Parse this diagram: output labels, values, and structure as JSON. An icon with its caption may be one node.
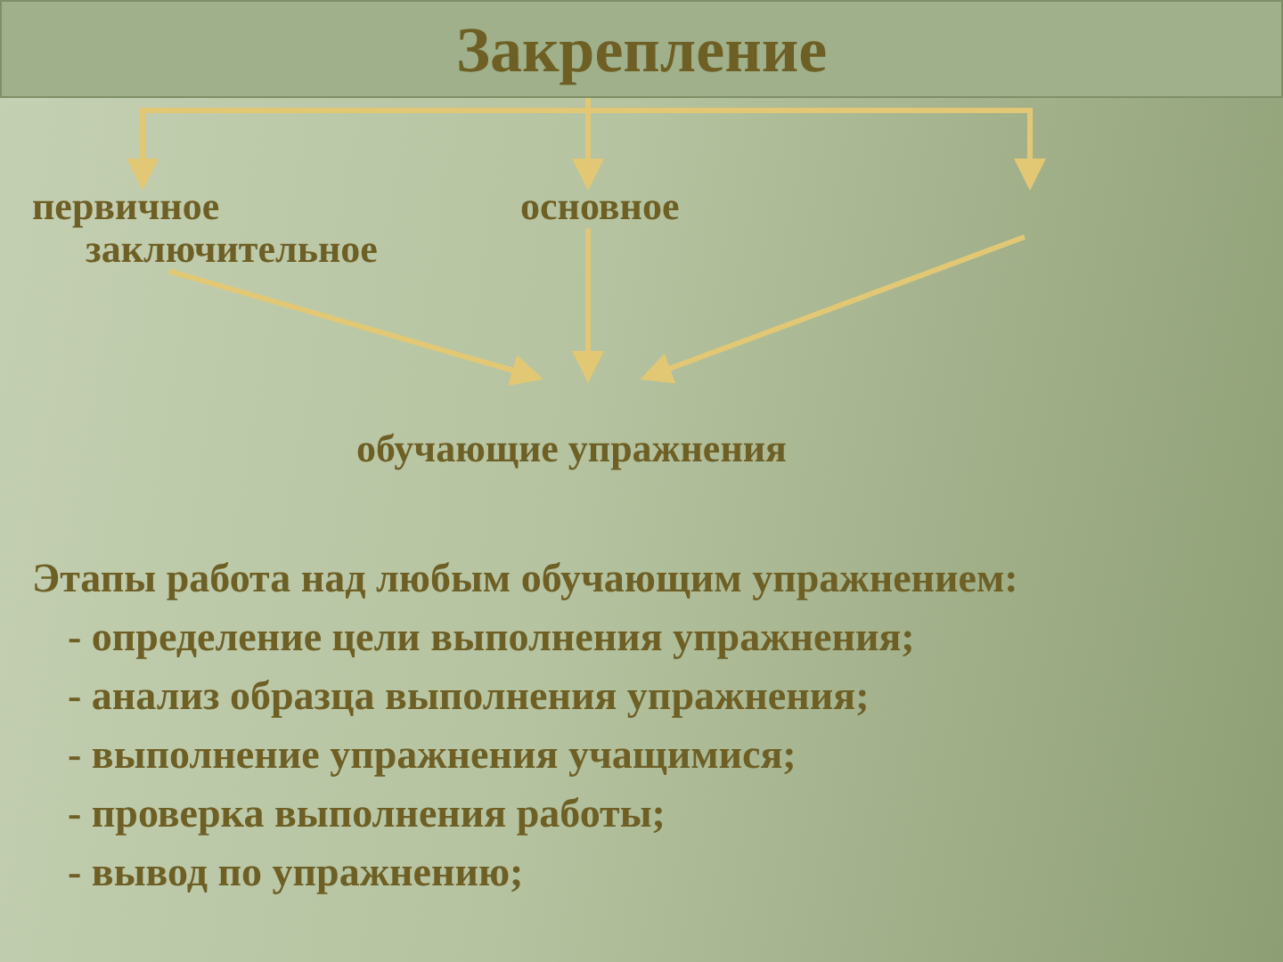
{
  "diagram": {
    "nodes": [
      {
        "text": [
          "Закрепление"
        ]
      },
      {
        "text": [
          "первичное"
        ]
      },
      {
        "text": [
          "основное"
        ]
      },
      {
        "text": [
          "заключительное"
        ]
      },
      {
        "text": [
          "обучающие упражнения"
        ]
      }
    ],
    "edges": [
      {
        "from": 0,
        "to": 1,
        "arrow": "to"
      },
      {
        "from": 0,
        "to": 2,
        "arrow": "to"
      },
      {
        "from": 0,
        "to": null,
        "arrow": "to"
      },
      {
        "from": 3,
        "to": 4,
        "arrow": "to"
      },
      {
        "from": 2,
        "to": 4,
        "arrow": "to"
      },
      {
        "from": null,
        "to": 4,
        "arrow": "to"
      }
    ],
    "labels": [
      "Этапы работа над любым обучающим упражнением:",
      "- определение цели выполнения упражнения;",
      "- анализ образца выполнения упражнения;",
      "- выполнение упражнения учащимися;",
      "- проверка выполнения работы;",
      "- вывод по упражнению;"
    ]
  }
}
